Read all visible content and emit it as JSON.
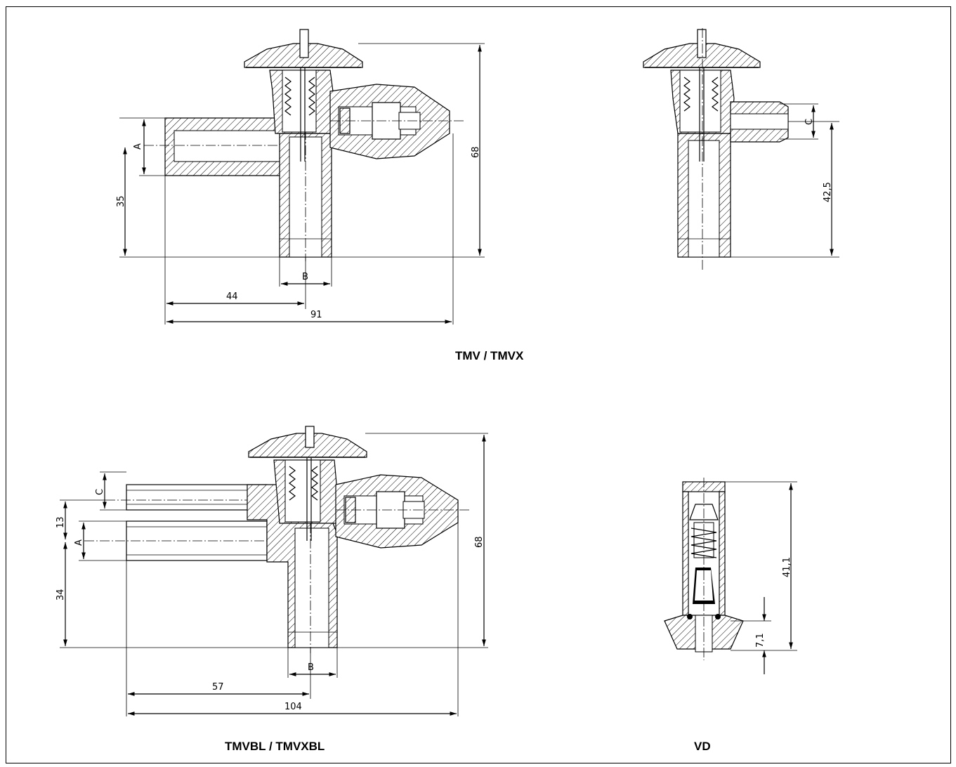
{
  "views": {
    "tmv": {
      "caption": "TMV / TMVX",
      "dims": {
        "a": "A",
        "b": "B",
        "h35": "35",
        "h68": "68",
        "w44": "44",
        "w91": "91"
      }
    },
    "vert": {
      "dims": {
        "c": "C",
        "h42": "42,5"
      }
    },
    "tmvbl": {
      "caption": "TMVBL / TMVXBL",
      "dims": {
        "c": "C",
        "a": "A",
        "b": "B",
        "h13": "13",
        "h34": "34",
        "h68": "68",
        "w57": "57",
        "w104": "104"
      }
    },
    "vd": {
      "caption": "VD",
      "dims": {
        "h41": "41,1",
        "h7": "7,1"
      }
    }
  }
}
